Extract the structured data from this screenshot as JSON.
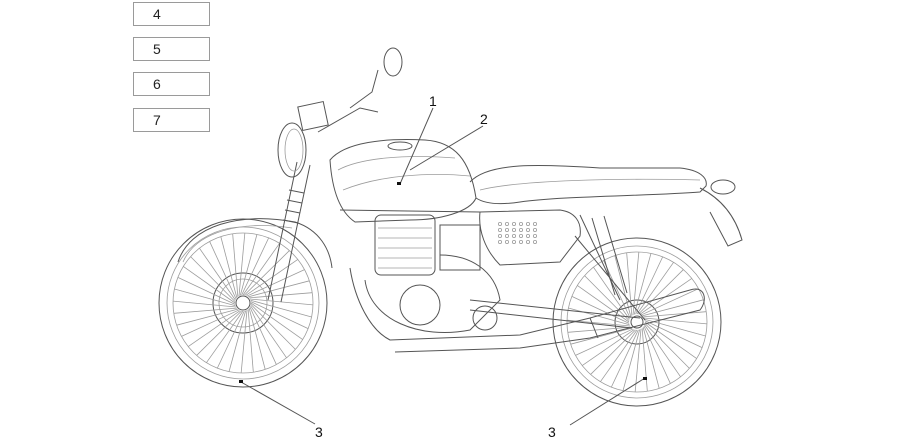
{
  "legend": [
    "4",
    "5",
    "6",
    "7"
  ],
  "callouts": [
    "1",
    "2",
    "3",
    "3"
  ]
}
